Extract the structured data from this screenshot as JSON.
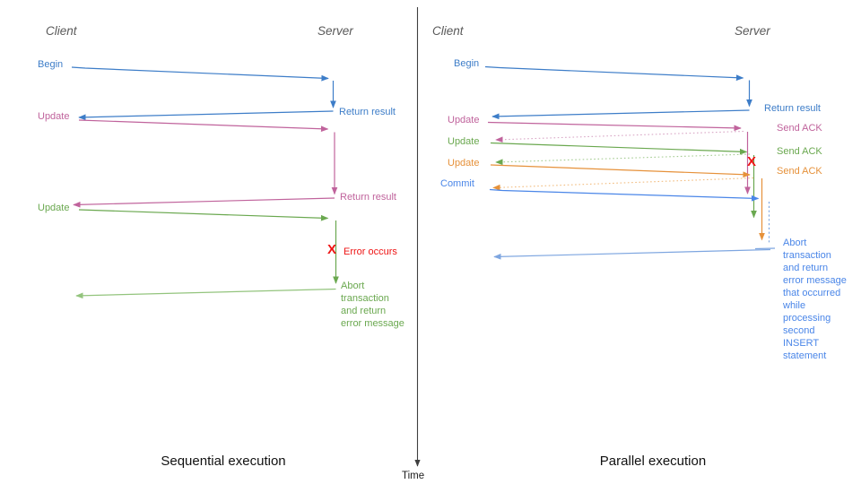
{
  "time_axis": {
    "label": "Time"
  },
  "left_panel": {
    "caption": "Sequential execution",
    "client_label": "Client",
    "server_label": "Server",
    "messages": {
      "begin": "Begin",
      "return_result_1": "Return result",
      "update_1": "Update",
      "return_result_2": "Return result",
      "update_2": "Update",
      "error_mark": "X",
      "error_label": "Error occurs",
      "abort_note": "Abort\ntransaction\nand return\nerror message"
    }
  },
  "right_panel": {
    "caption": "Parallel execution",
    "client_label": "Client",
    "server_label": "Server",
    "messages": {
      "begin": "Begin",
      "return_result": "Return result",
      "update_1": "Update",
      "send_ack_1": "Send ACK",
      "update_2": "Update",
      "send_ack_2": "Send ACK",
      "update_3": "Update",
      "send_ack_3": "Send ACK",
      "commit": "Commit",
      "error_mark": "X",
      "abort_note": "Abort\ntransaction\nand return\nerror message\nthat occurred\nwhile\nprocessing\nsecond\nINSERT\nstatement"
    }
  },
  "palette": {
    "blue": "#3d7dc8",
    "blue2": "#4a86e8",
    "light_blue": "#7ea6e0",
    "pink": "#c0639c",
    "light_pink": "#d9a7c6",
    "green": "#6aa84f",
    "light_green": "#93c47d",
    "orange": "#e6913a",
    "light_orange": "#f2bd80",
    "red": "#ee1414",
    "gray": "#595959",
    "axis": "#3f3f3f"
  }
}
